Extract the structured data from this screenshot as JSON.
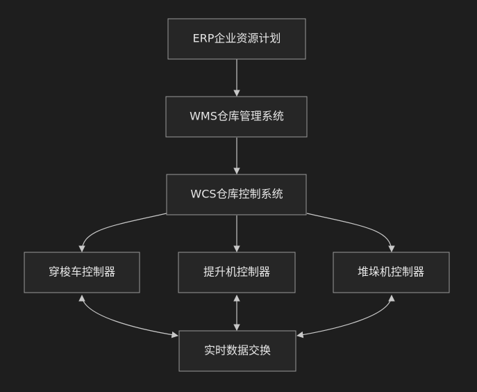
{
  "nodes": {
    "erp": "ERP企业资源计划",
    "wms": "WMS仓库管理系统",
    "wcs": "WCS仓库控制系统",
    "shuttle": "穿梭车控制器",
    "lift": "提升机控制器",
    "stacker": "堆垛机控制器",
    "exchange": "实时数据交换"
  },
  "colors": {
    "background": "#1e1e1e",
    "node_fill": "#262626",
    "node_border": "#9a9a9a",
    "text": "#e6e6e6",
    "edge": "#c8c8c8"
  }
}
